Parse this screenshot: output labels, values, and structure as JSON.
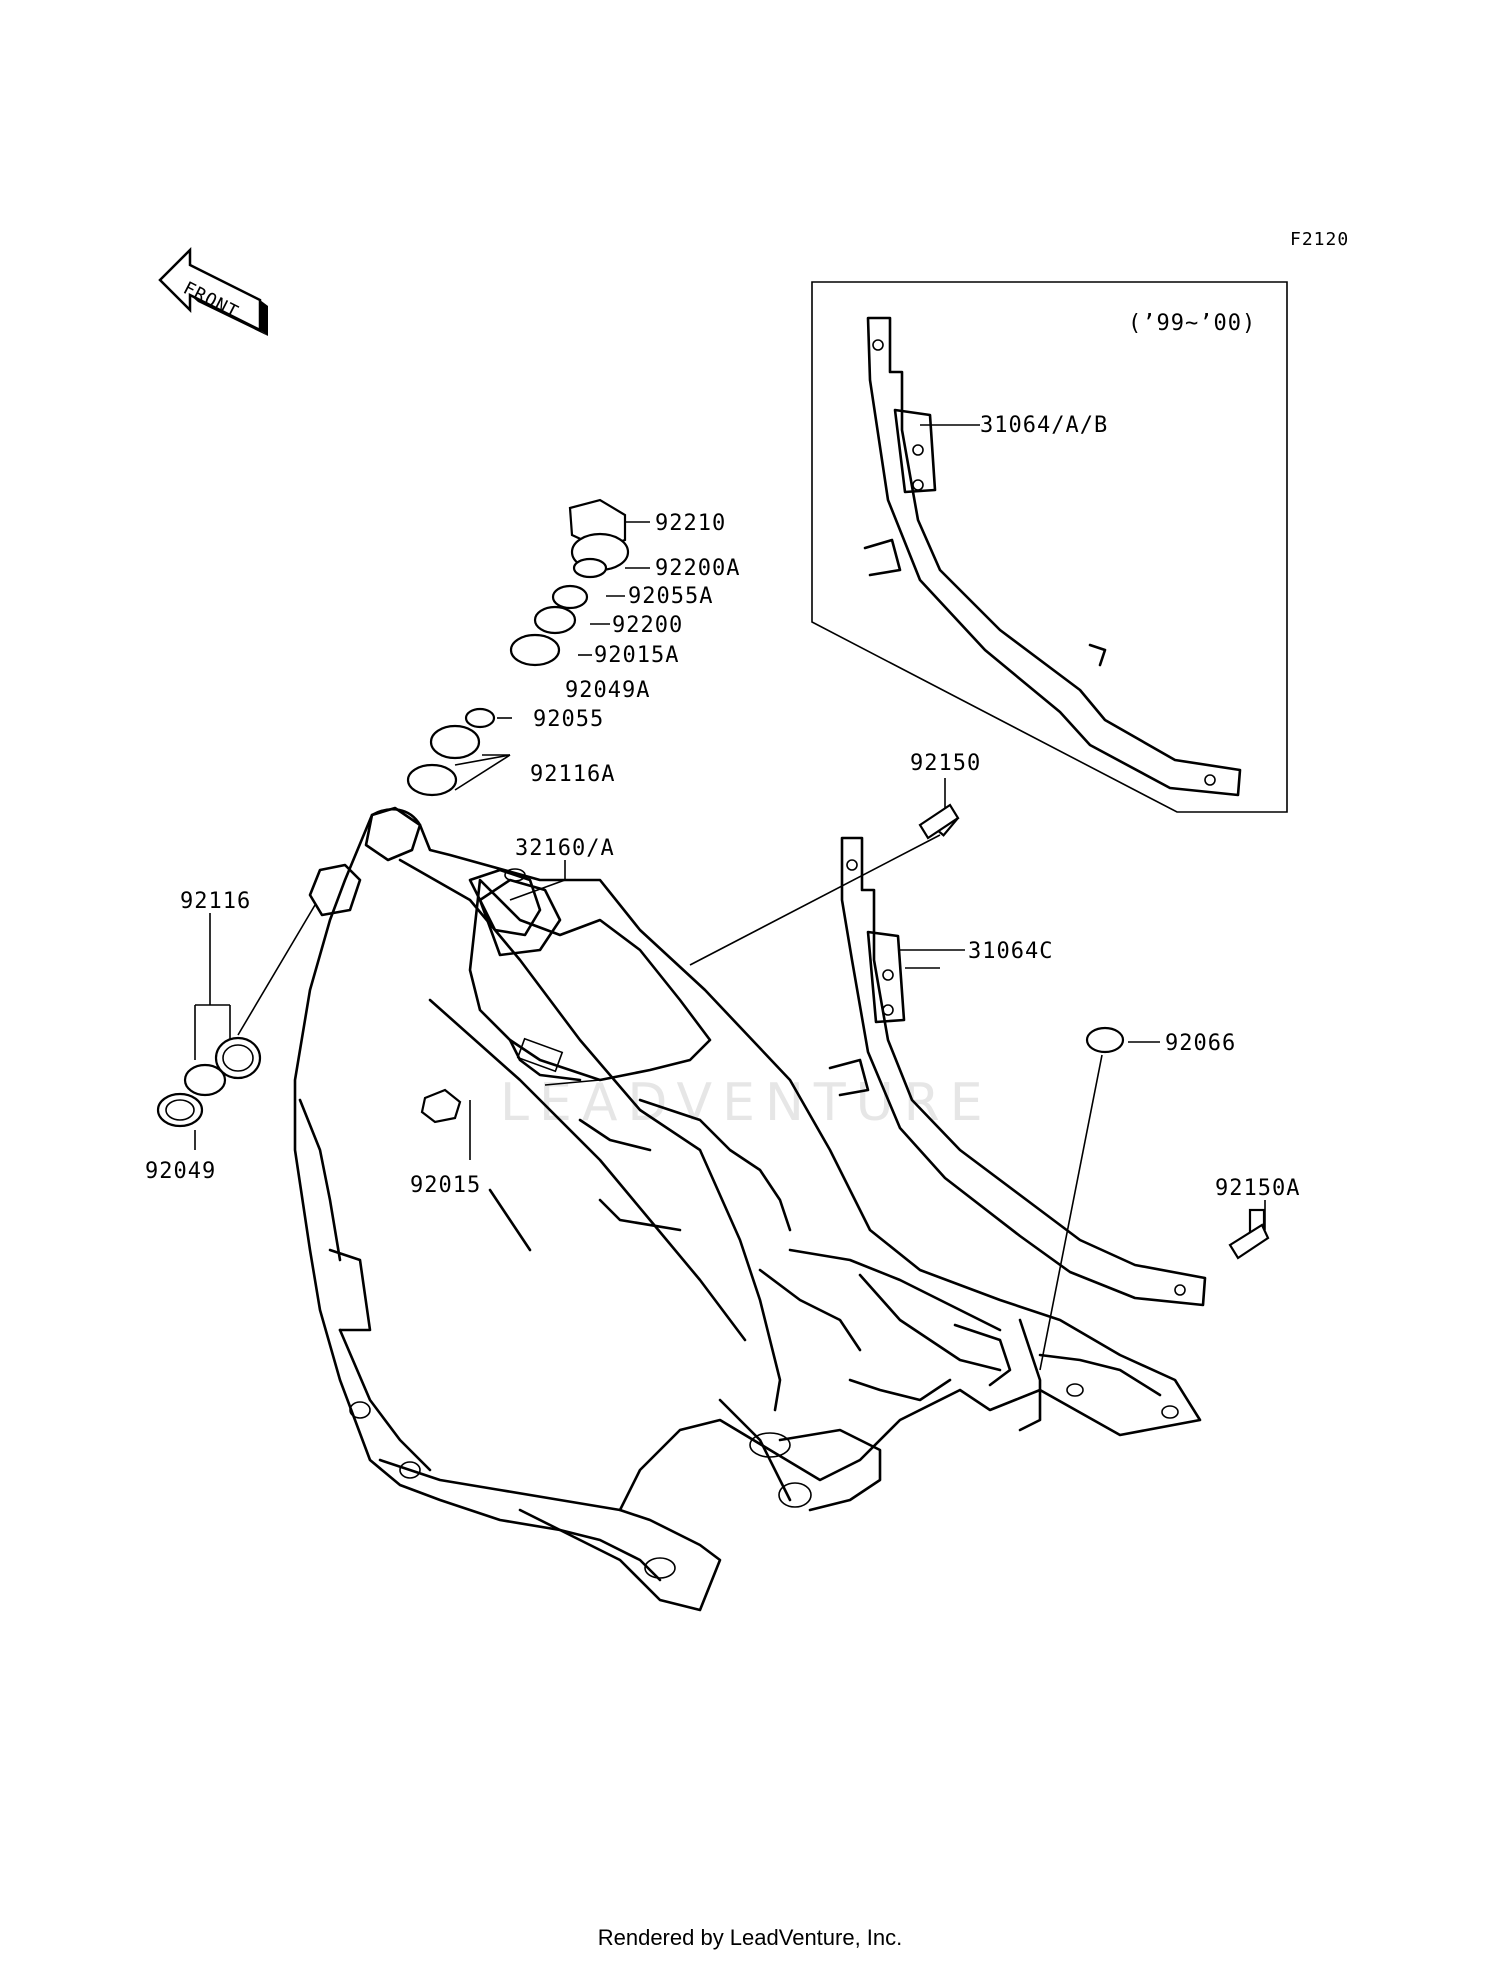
{
  "diagram": {
    "code": "F2120",
    "front_arrow": "FRONT",
    "inset_years": "(’99~’00)",
    "watermark": "LEADVENTURE",
    "footer": "Rendered by LeadVenture, Inc."
  },
  "callouts": [
    {
      "id": "92210"
    },
    {
      "id": "92200A"
    },
    {
      "id": "92055A"
    },
    {
      "id": "92200"
    },
    {
      "id": "92015A"
    },
    {
      "id": "92049A"
    },
    {
      "id": "92055"
    },
    {
      "id": "92116A"
    },
    {
      "id": "32160/A"
    },
    {
      "id": "92116"
    },
    {
      "id": "92049"
    },
    {
      "id": "92015"
    },
    {
      "id": "92150"
    },
    {
      "id": "31064C"
    },
    {
      "id": "92066"
    },
    {
      "id": "92150A"
    },
    {
      "id": "31064/A/B"
    }
  ]
}
